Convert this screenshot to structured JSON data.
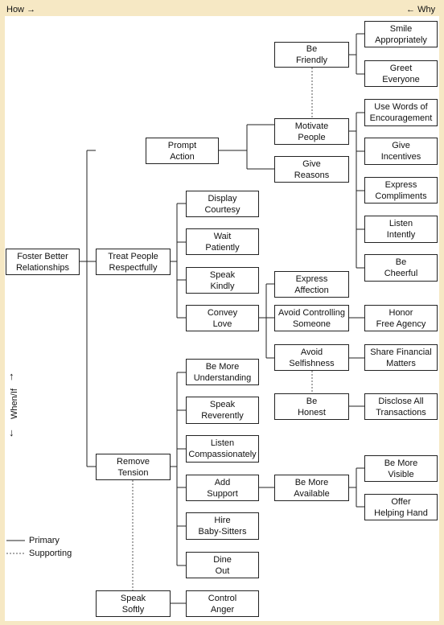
{
  "header": {
    "how": "How",
    "why": "Why",
    "how_arrow": "→",
    "why_arrow": "←"
  },
  "side": {
    "label": "When/If",
    "up_arrow": "↑",
    "down_arrow": "↓"
  },
  "legend": {
    "primary": "Primary",
    "supporting": "Supporting"
  },
  "nodes": {
    "foster": "Foster Better\nRelationships",
    "prompt": "Prompt\nAction",
    "treat": "Treat People\nRespectfully",
    "remove": "Remove\nTension",
    "speak_softly": "Speak\nSoftly",
    "be_friendly": "Be\nFriendly",
    "motivate": "Motivate\nPeople",
    "give_reasons": "Give\nReasons",
    "display": "Display\nCourtesy",
    "wait": "Wait\nPatiently",
    "speak_kindly": "Speak\nKindly",
    "convey_love": "Convey\nLove",
    "understanding": "Be More\nUnderstanding",
    "reverently": "Speak\nReverently",
    "compassionately": "Listen\nCompassionately",
    "add_support": "Add\nSupport",
    "babysitters": "Hire\nBaby-Sitters",
    "dine_out": "Dine\nOut",
    "control_anger": "Control\nAnger",
    "smile": "Smile\nAppropriately",
    "greet": "Greet\nEveryone",
    "encouragement": "Use Words of\nEncouragement",
    "incentives": "Give\nIncentives",
    "compliments": "Express\nCompliments",
    "listen_intently": "Listen\nIntently",
    "cheerful": "Be\nCheerful",
    "affection": "Express\nAffection",
    "avoid_controlling": "Avoid Controlling\nSomeone",
    "avoid_selfishness": "Avoid\nSelfishness",
    "be_honest": "Be\nHonest",
    "honor": "Honor\nFree Agency",
    "share_financial": "Share Financial\nMatters",
    "disclose": "Disclose All\nTransactions",
    "be_available": "Be More\nAvailable",
    "be_visible": "Be More\nVisible",
    "helping_hand": "Offer\nHelping Hand"
  }
}
